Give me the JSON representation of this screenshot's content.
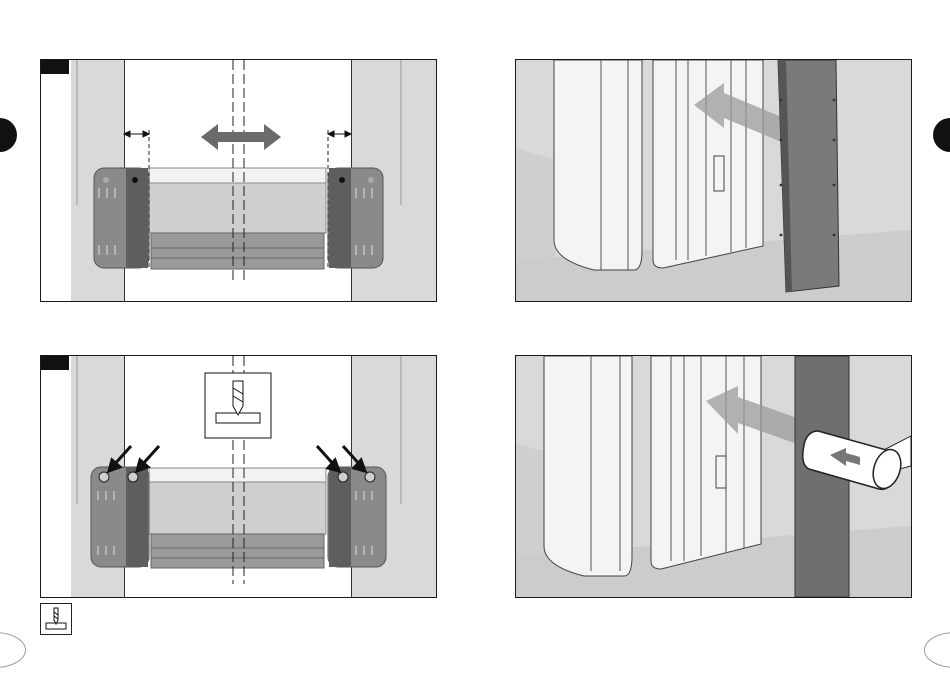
{
  "page": {
    "title": "",
    "colors": {
      "wall": "#d9d9d9",
      "profile": "#888888",
      "profile_dark": "#5f5f5f",
      "accent_dark": "#111111",
      "arrow_gray": "#6b6b6b",
      "white": "#ffffff"
    }
  },
  "steps": [
    {
      "id": "step-1",
      "icons": [
        "double-arrow-icon",
        "dimension-arrow-icon"
      ],
      "label": ""
    },
    {
      "id": "step-2",
      "icons": [
        "insert-arrow-icon"
      ],
      "label": ""
    },
    {
      "id": "step-3",
      "icons": [
        "drill-bit-icon",
        "screw-arrow-icon"
      ],
      "label": ""
    },
    {
      "id": "step-4",
      "icons": [
        "hammer-icon",
        "push-arrow-icon"
      ],
      "label": ""
    }
  ],
  "footer": {
    "note_icon": "drill-note-icon"
  }
}
